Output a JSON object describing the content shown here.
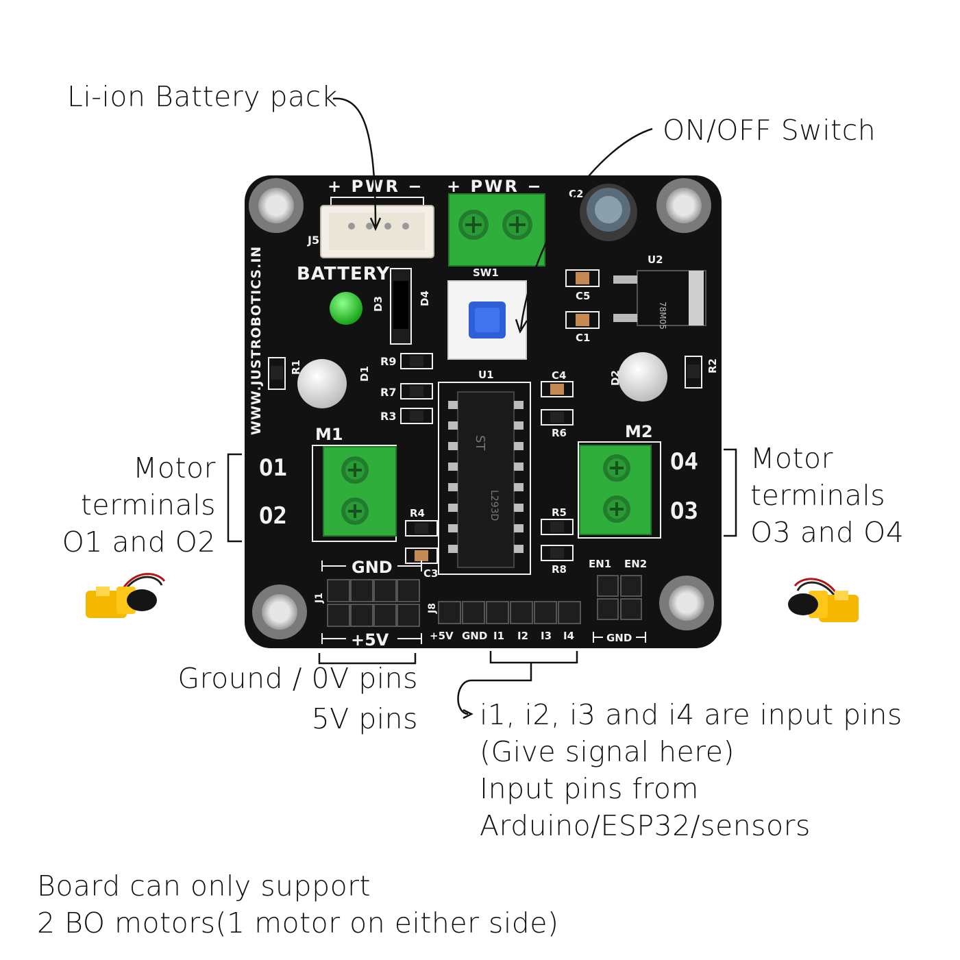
{
  "annotations": {
    "battery_pack": "Li-ion Battery pack",
    "switch": "ON/OFF Switch",
    "motor_left": [
      "Motor",
      "terminals",
      "O1 and O2"
    ],
    "motor_right": [
      "Motor",
      "terminals",
      "O3 and O4"
    ],
    "ground_pins": "Ground / 0V pins",
    "five_v_pins": "5V pins",
    "input_pins": [
      "i1, i2, i3 and i4 are input pins",
      "(Give signal here)",
      "Input pins from",
      "Arduino/ESP32/sensors"
    ],
    "footer": [
      "Board can only support",
      "2 BO motors(1 motor on either side)"
    ]
  },
  "board": {
    "pwr_left": "+ PWR −",
    "pwr_right": "+ PWR −",
    "battery": "BATTERY",
    "url": "WWW.JUSTROBOTICS.IN",
    "m1": "M1",
    "m2": "M2",
    "o1": "O1",
    "o2": "O2",
    "o3": "O3",
    "o4": "O4",
    "gnd": "GND",
    "plus5v": "+5V",
    "en1": "EN1",
    "en2": "EN2",
    "gnd_small": "GND",
    "header_labels": [
      "+5V",
      "GND",
      "I1",
      "I2",
      "I3",
      "I4"
    ],
    "refs": {
      "j5": "J5",
      "sw1": "SW1",
      "c2": "C2",
      "u2": "U2",
      "c5": "C5",
      "c1": "C1",
      "d3": "D3",
      "d4": "D4",
      "r9": "R9",
      "r7": "R7",
      "r3": "R3",
      "r1": "R1",
      "d1": "D1",
      "u1": "U1",
      "c4": "C4",
      "r6": "R6",
      "d2": "D2",
      "r2": "R2",
      "r4": "R4",
      "c3": "C3",
      "r5": "R5",
      "r8": "R8",
      "j1": "J1",
      "j8": "J8"
    },
    "chip_text": [
      "L293D",
      "ST"
    ],
    "regulator_text": "78M05"
  },
  "colors": {
    "pcb": "#121212",
    "terminal_green": "#2fae3c",
    "switch_blue": "#2f5fd6",
    "motor_yellow": "#f5b800",
    "led_green": "#2fcf2f"
  }
}
